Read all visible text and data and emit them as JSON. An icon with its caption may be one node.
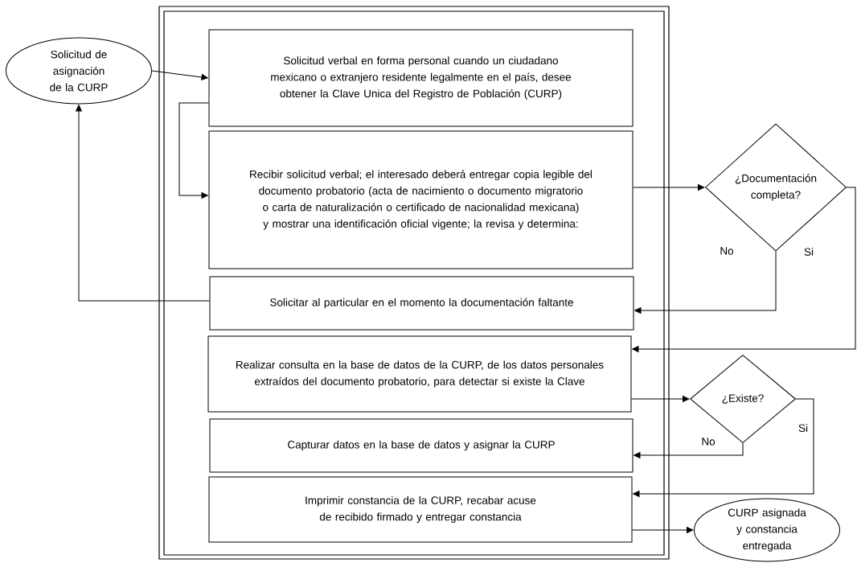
{
  "diagram": {
    "nodes": [
      {
        "text": [
          "Solicitud de asignación de la CURP"
        ]
      },
      {
        "text": [
          "Solicitud verbal en forma personal cuando un ciudadano mexicano o extranjero residente legalmente en el país, desee obtener la Clave Unica del Registro de Población (CURP)"
        ]
      },
      {
        "text": [
          "Recibir solicitud verbal; el interesado deberá entregar copia legible del documento probatorio (acta de nacimiento o documento migratorio o carta de naturalización o certificado de nacionalidad mexicana) y mostrar una identificación oficial vigente; la revisa y determina:"
        ]
      },
      {
        "text": [
          "Solicitar al particular en el momento la documentación faltante"
        ]
      },
      {
        "text": [
          "Realizar consulta en la base de datos de la CURP, de los datos personales extraídos del documento probatorio, para detectar si existe la Clave"
        ]
      },
      {
        "text": [
          "Capturar datos en la base de datos y asignar la CURP"
        ]
      },
      {
        "text": [
          "Imprimir constancia de la CURP, recabar acuse de recibido firmado y entregar constancia"
        ]
      },
      {
        "text": [
          "¿Documentación completa?"
        ]
      },
      {
        "text": [
          "¿Existe?"
        ]
      },
      {
        "text": [
          "CURP asignada y constancia entregada"
        ]
      }
    ],
    "edges": [
      {
        "from": 0,
        "to": 1,
        "arrow": "to"
      },
      {
        "from": 1,
        "to": 2,
        "arrow": "to"
      },
      {
        "from": 2,
        "to": 7,
        "arrow": "to"
      },
      {
        "from": 7,
        "to": 3,
        "arrow": "to",
        "label": "No"
      },
      {
        "from": 3,
        "to": 0,
        "arrow": "to"
      },
      {
        "from": 7,
        "to": 4,
        "arrow": "to",
        "label": "Si"
      },
      {
        "from": 4,
        "to": 8,
        "arrow": "to"
      },
      {
        "from": 8,
        "to": 5,
        "arrow": "to",
        "label": "No"
      },
      {
        "from": 8,
        "to": 6,
        "arrow": "to",
        "label": "Si"
      },
      {
        "from": 6,
        "to": 9,
        "arrow": "to"
      }
    ]
  }
}
